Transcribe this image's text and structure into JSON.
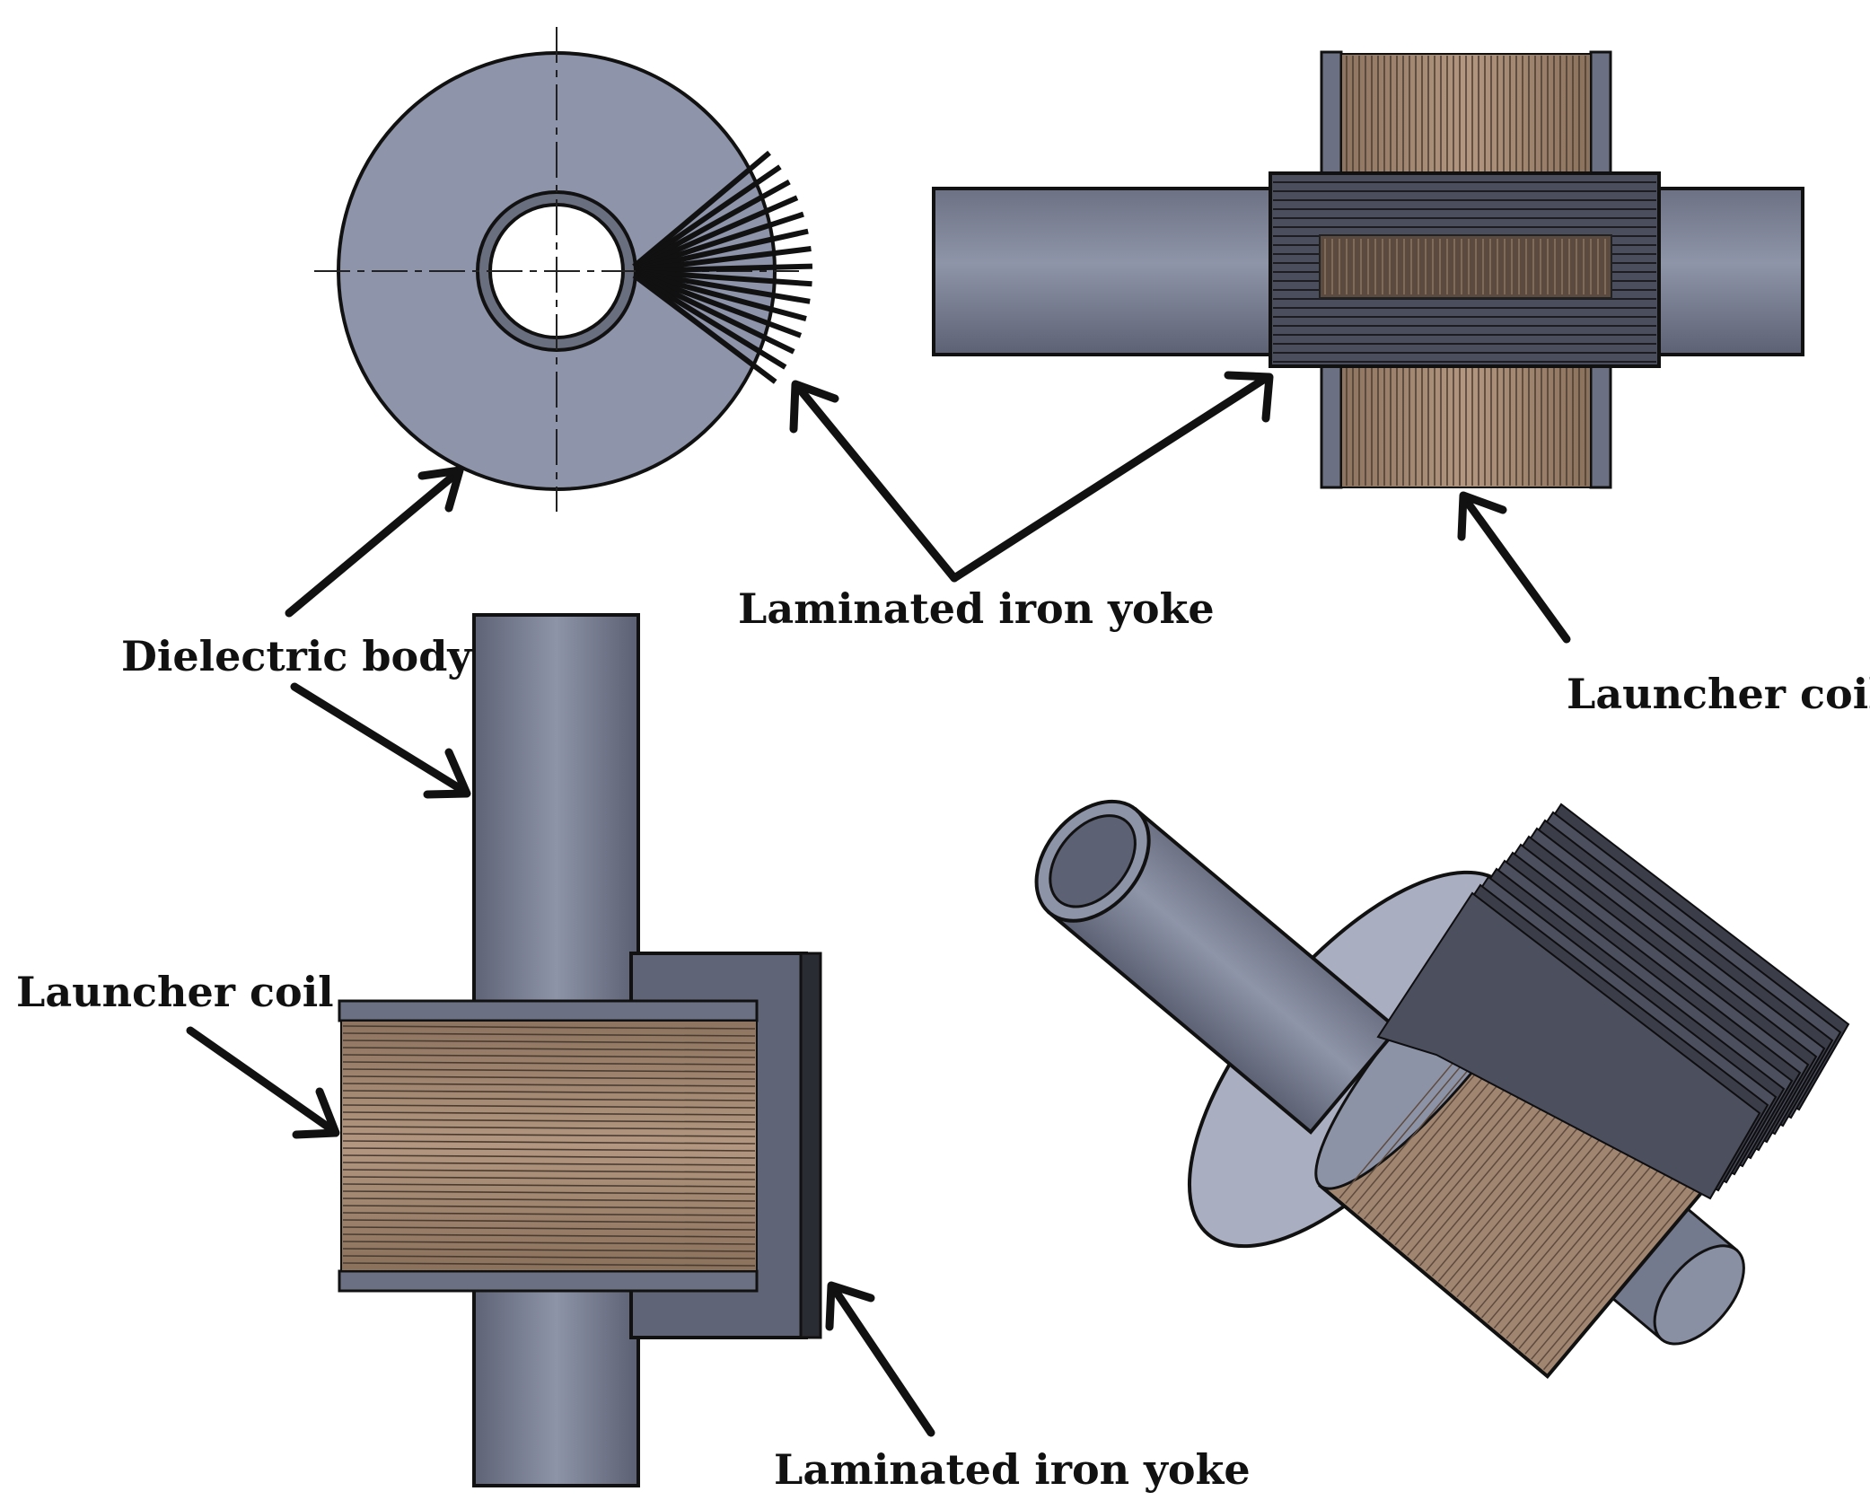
{
  "labels": {
    "dielectric_body": "Dielectric body",
    "laminated_iron_yoke_top": "Laminated iron yoke",
    "launcher_coil_right": "Launcher coil",
    "launcher_coil_left": "Launcher coil",
    "laminated_iron_yoke_bottom": "Laminated iron yoke"
  },
  "colors": {
    "body_fill": "#8d93a8",
    "body_dark": "#5b6071",
    "coil_fill": "#a88c73",
    "coil_line": "#4a3b30",
    "yoke_fill": "#4a4e5c",
    "outline": "#111111"
  }
}
